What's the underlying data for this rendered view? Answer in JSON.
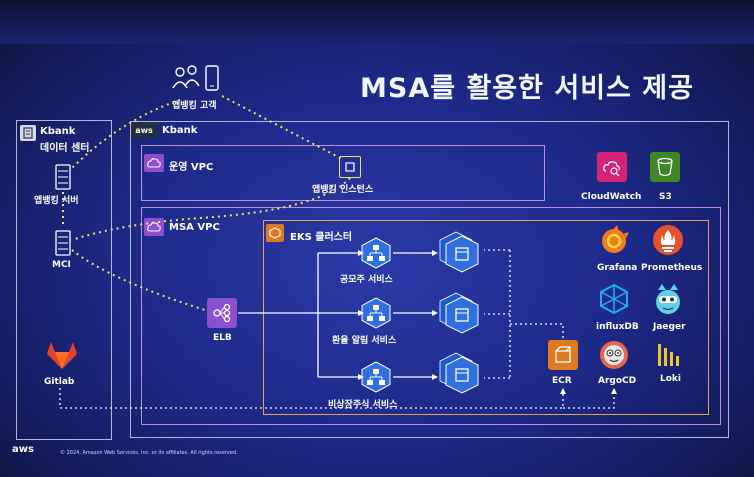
{
  "slide": {
    "title": "MSA를 활용한 서비스 제공",
    "footer": "© 2024, Amazon Web Services, Inc. or its affiliates. All rights reserved.",
    "aws_logo": "aws"
  },
  "kbank_dc": {
    "label_line1": "Kbank",
    "label_line2": "데이터 센터",
    "app_server": "앱뱅킹 서버",
    "mci": "MCI",
    "gitlab": "Gitlab"
  },
  "customer": {
    "label": "앱뱅킹 고객"
  },
  "aws_cloud": {
    "aws_tag": "aws",
    "label": "Kbank",
    "ops_vpc": {
      "label": "운영 VPC",
      "instance": "앱뱅킹 인스턴스"
    },
    "msa_vpc": {
      "label": "MSA VPC",
      "elb": "ELB",
      "eks": {
        "label": "EKS 클러스터",
        "services": [
          "공모주 서비스",
          "환율 알림 서비스",
          "비상장주식 서비스"
        ]
      },
      "ecr": "ECR"
    },
    "tools": [
      "CloudWatch",
      "S3",
      "Grafana",
      "Prometheus",
      "influxDB",
      "Jaeger",
      "ArgoCD",
      "Loki"
    ]
  },
  "colors": {
    "background": "#1d2a8a",
    "vpc_border": "#b98ee0",
    "eks_border": "#e0a258",
    "dotted_link": "#f1e46a",
    "service_blue": "#2f6fe0",
    "ecr_orange": "#e07a22"
  }
}
